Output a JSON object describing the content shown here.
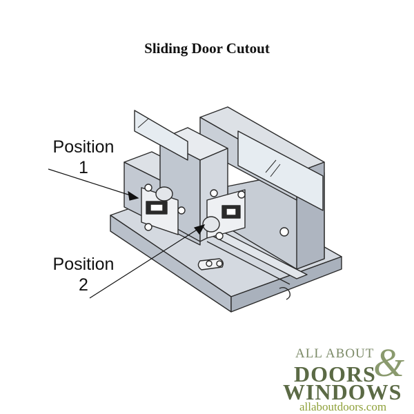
{
  "title": "Sliding Door Cutout",
  "callouts": [
    {
      "label": "Position",
      "number": "1"
    },
    {
      "label": "Position",
      "number": "2"
    }
  ],
  "logo": {
    "line1": "ALL ABOUT",
    "line2": "DOORS",
    "ampersand": "&",
    "line3": "WINDOWS",
    "url": "allaboutdoors.com"
  },
  "colors": {
    "body": "#cfd4dc",
    "body_dark": "#aeb5c0",
    "outline": "#2a2a2a",
    "glass": "#e6ecf1",
    "logo_dark": "#5b6a45",
    "logo_light": "#8fa13a"
  }
}
